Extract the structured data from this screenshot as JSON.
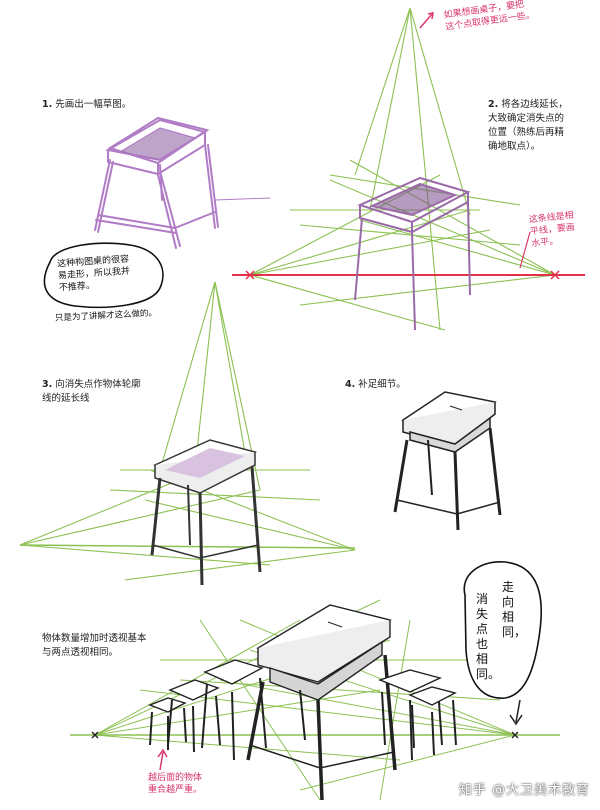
{
  "steps": {
    "s1": {
      "num": "1.",
      "text": "先画出一幅草图。"
    },
    "s2": {
      "num": "2.",
      "line1": "将各边线延长，",
      "line2": "大致确定消失点的",
      "line3": "位置（熟练后再精",
      "line4": "确地取点）。"
    },
    "s3": {
      "num": "3.",
      "line1": "向消失点作物体轮廓",
      "line2": "线的延长线"
    },
    "s4": {
      "num": "4.",
      "text": "补足细节。"
    },
    "s5": {
      "line1": "物体数量增加时透视基本",
      "line2": "与两点透视相同。"
    }
  },
  "notes": {
    "top": {
      "line1": "如果想画桌子，要把",
      "line2": "这个点取得更远一些。"
    },
    "right": {
      "line1": "这条线是相",
      "line2": "平线，要画",
      "line3": "水平。"
    },
    "bubble1": {
      "line1": "这种构图桌的很容",
      "line2": "易走形，所以我并",
      "line3": "不推荐。"
    },
    "under_bubble": {
      "text": "只是为了讲解才这么做的。"
    },
    "bubble2": {
      "line1": "走",
      "line2": "向",
      "line3": "相",
      "line4": "同，",
      "col2_1": "消",
      "col2_2": "失",
      "col2_3": "点",
      "col2_4": "也",
      "col2_5": "相",
      "col2_6": "同。"
    },
    "bottom": {
      "line1": "越后面的物体",
      "line2": "重合越严重。"
    }
  },
  "watermark": "知乎 @大卫美术教育",
  "colors": {
    "green": "#8cc152",
    "red": "#e0304a",
    "purple": "#b07cc6",
    "pink": "#d9366b"
  }
}
